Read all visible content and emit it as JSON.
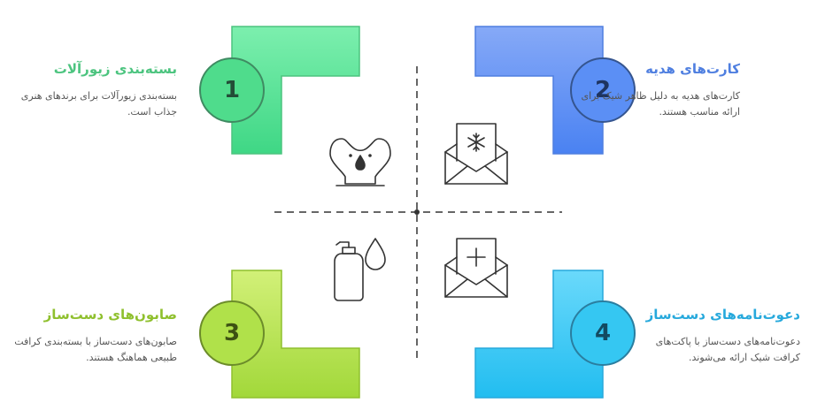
{
  "colors": {
    "q1": "#4fdc8c",
    "q2": "#5b8ff5",
    "q3": "#b0e14a",
    "q4": "#35c7f2",
    "q1_title": "#4cc47f",
    "q2_title": "#4f7fe0",
    "q3_title": "#8fc02e",
    "q4_title": "#27a9dc"
  },
  "quadrants": [
    {
      "number": "1",
      "title": "بسته‌بندی زیورآلات",
      "description": "بسته‌بندی زیورآلات برای برندهای هنری جذاب است.",
      "icon": "jewelry-display-icon"
    },
    {
      "number": "2",
      "title": "کارت‌های هدیه",
      "description": "کارت‌های هدیه به دلیل ظاهر شیک برای ارائه مناسب هستند.",
      "icon": "envelope-snowflake-icon"
    },
    {
      "number": "3",
      "title": "صابون‌های دست‌ساز",
      "description": "صابون‌های دست‌ساز با بسته‌بندی کرافت طبیعی هماهنگ هستند.",
      "icon": "soap-dispenser-icon"
    },
    {
      "number": "4",
      "title": "دعوت‌نامه‌های دست‌ساز",
      "description": "دعوت‌نامه‌های دست‌ساز با پاکت‌های کرافت شیک ارائه می‌شوند.",
      "icon": "envelope-plus-icon"
    }
  ]
}
